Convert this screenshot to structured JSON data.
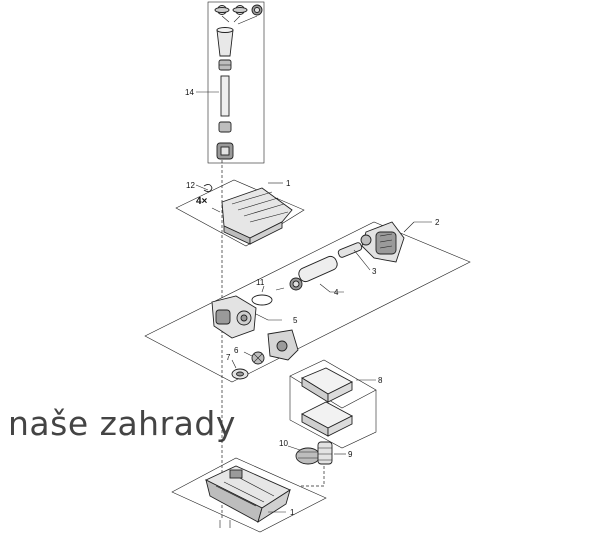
{
  "watermark": "naše zahrady",
  "multiplier": "4×",
  "callouts": {
    "c14": "14",
    "c12": "12",
    "c1_top": "1",
    "c2": "2",
    "c3": "3",
    "c11": "11",
    "c4": "4",
    "c5": "5",
    "c7": "7",
    "c6": "6",
    "c8": "8",
    "c10": "10",
    "c9": "9",
    "c1_bottom": "1"
  },
  "colors": {
    "line": "#222222",
    "part_fill": "#e3e3e3",
    "part_dark": "#9a9a9a",
    "watermark": "#444444"
  }
}
